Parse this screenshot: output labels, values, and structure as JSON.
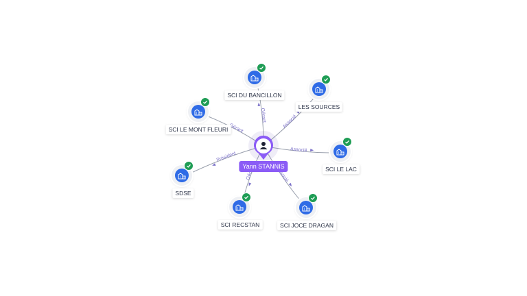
{
  "person": {
    "name": "Yann STANNIS",
    "icon": "person-icon"
  },
  "companies": [
    {
      "id": "sci-du-bancillon",
      "label": "SCI DU BANCILLON",
      "relation": "Gérant"
    },
    {
      "id": "les-sources",
      "label": "LES SOURCES",
      "relation": "Associé"
    },
    {
      "id": "sci-le-lac",
      "label": "SCI LE LAC",
      "relation": "Associé"
    },
    {
      "id": "sci-joce-dragan",
      "label": "SCI JOCE DRAGAN",
      "relation": "Associé"
    },
    {
      "id": "sci-recstan",
      "label": "SCI RECSTAN",
      "relation": "Gérant"
    },
    {
      "id": "sdse",
      "label": "SDSE",
      "relation": "Président"
    },
    {
      "id": "sci-le-mont-fleuri",
      "label": "SCI LE MONT FLEURI",
      "relation": "Gérant"
    }
  ],
  "colors": {
    "company_icon": "#2f6be6",
    "verified_badge": "#1f9d55",
    "person_accent": "#8b5cf6",
    "edge": "#9aa0ad",
    "edge_label": "#7d73c9"
  },
  "icons": {
    "company": "building-icon",
    "verified": "check-icon"
  }
}
